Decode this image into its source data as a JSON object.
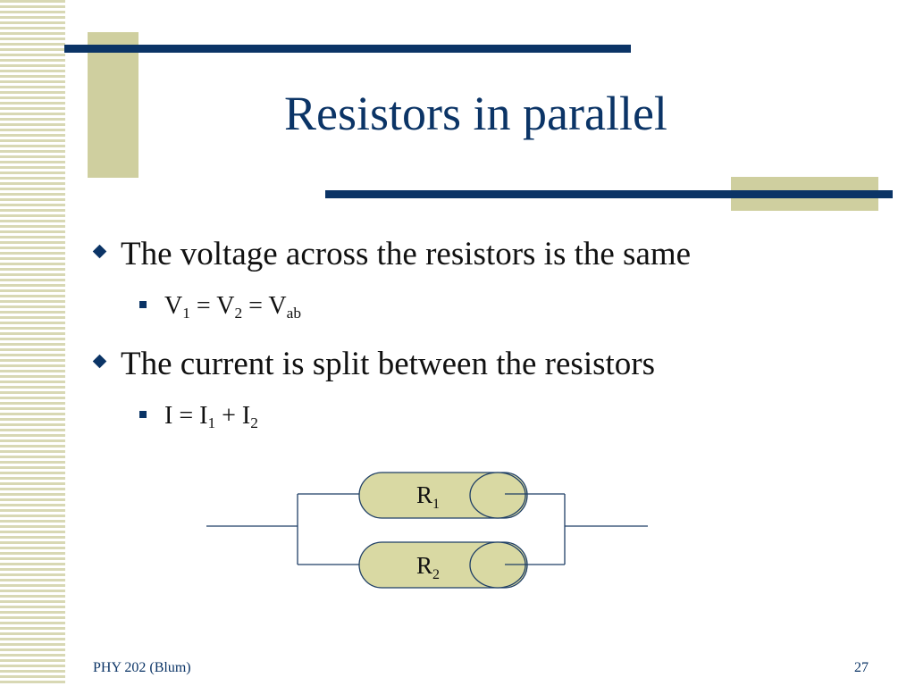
{
  "slide": {
    "title": "Resistors in parallel",
    "bullets": [
      {
        "text": "The voltage across the resistors is the same",
        "sub": {
          "parts": [
            "V",
            "1",
            " = V",
            "2",
            " = V",
            "ab"
          ]
        }
      },
      {
        "text": "The current is split between the resistors",
        "sub": {
          "parts": [
            "I = I",
            "1",
            " + I",
            "2"
          ]
        }
      }
    ],
    "resistors": [
      {
        "label": "R",
        "subscript": "1"
      },
      {
        "label": "R",
        "subscript": "2"
      }
    ],
    "footer": {
      "course": "PHY 202 (Blum)",
      "page_number": "27"
    },
    "colors": {
      "title_blue": "#0b3466",
      "accent_tan": "#cfcf9f",
      "resistor_fill": "#d9d9a3",
      "wire": "#1f3f66"
    }
  }
}
